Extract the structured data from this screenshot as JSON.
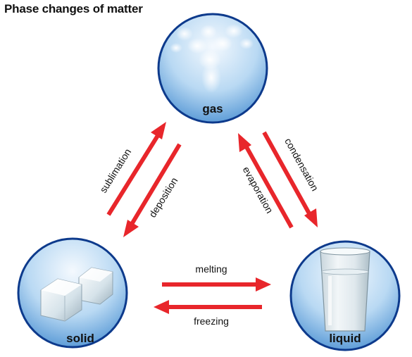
{
  "title": "Phase changes of matter",
  "states": {
    "gas": "gas",
    "solid": "solid",
    "liquid": "liquid"
  },
  "processes": {
    "sublimation": "sublimation",
    "deposition": "deposition",
    "evaporation": "evaporation",
    "condensation": "condensation",
    "melting": "melting",
    "freezing": "freezing"
  },
  "colors": {
    "arrow": "#e8262b",
    "circle_border": "#0d3a8c",
    "circle_fill_light": "#eef6fd",
    "circle_fill_dark": "#5c9fd9"
  }
}
